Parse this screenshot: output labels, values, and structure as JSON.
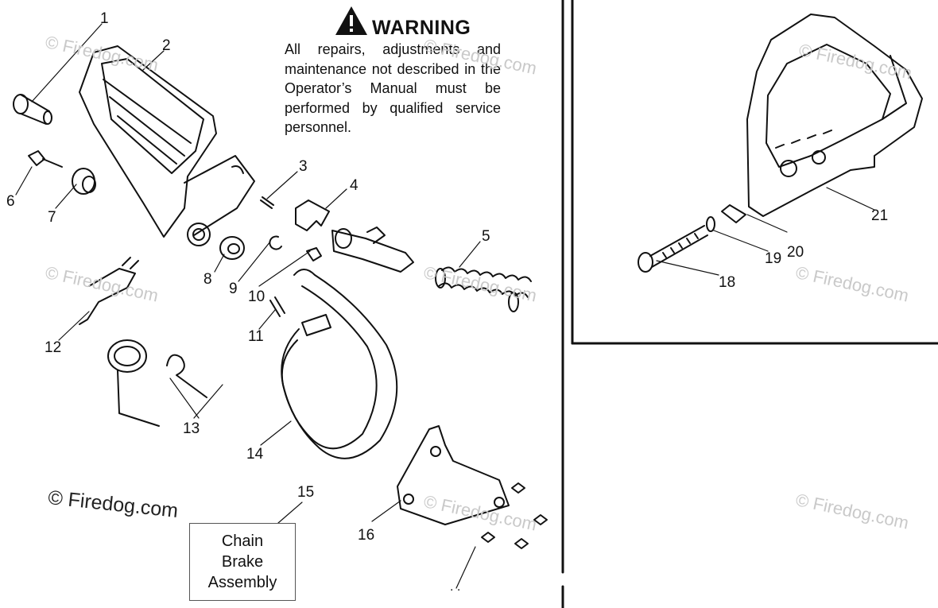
{
  "warning": {
    "title": "WARNING",
    "body": "All repairs, adjustments and maintenance not described in the Operator’s Manual must be performed by qualified service personnel."
  },
  "callouts": {
    "c1": "1",
    "c2": "2",
    "c3": "3",
    "c4": "4",
    "c5": "5",
    "c6": "6",
    "c7": "7",
    "c8": "8",
    "c9": "9",
    "c10": "10",
    "c11": "11",
    "c12": "12",
    "c13": "13",
    "c14": "14",
    "c15": "15",
    "c16": "16",
    "c18": "18",
    "c19": "19",
    "c20": "20",
    "c21": "21"
  },
  "assembly_box": {
    "line1": "Chain",
    "line2": "Brake",
    "line3": "Assembly"
  },
  "truncated_label": ". .",
  "watermarks": {
    "main": "© Firedog.com",
    "faint": "© Firedog.com"
  },
  "colors": {
    "line": "#111111",
    "watermark": "#c9c9c9"
  }
}
